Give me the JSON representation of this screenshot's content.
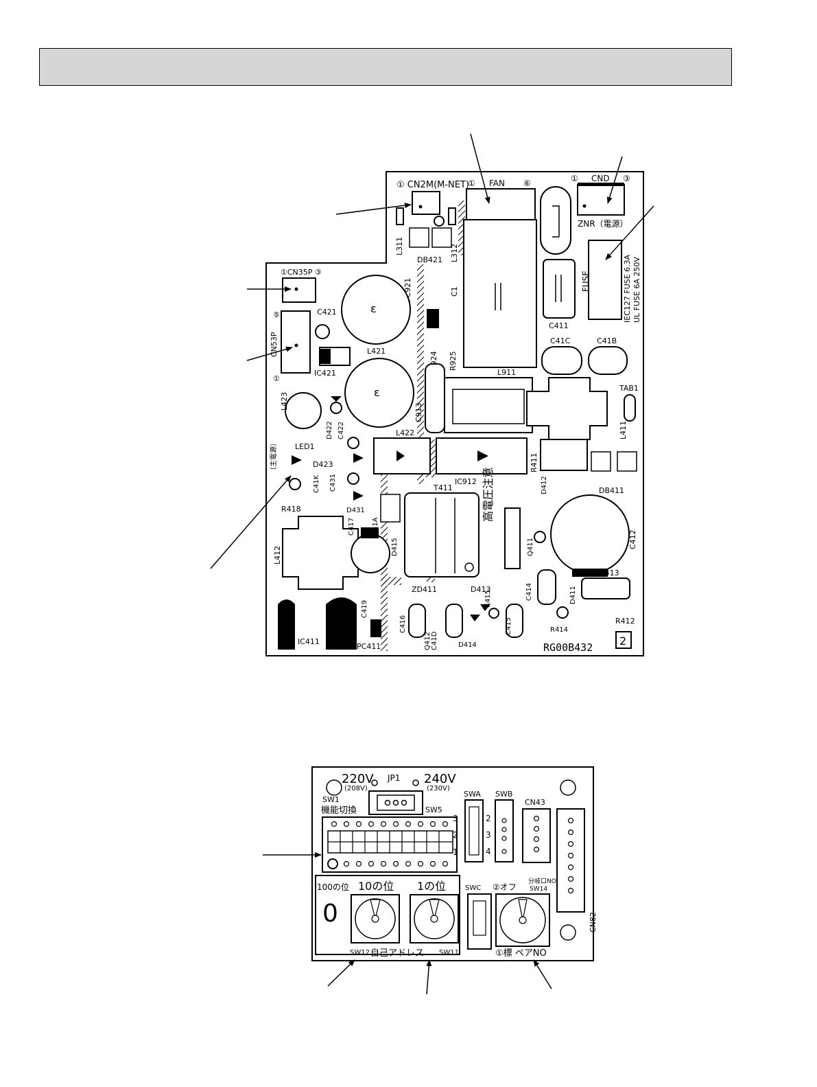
{
  "power_board": {
    "connectors": {
      "cn2m": "① CN2M(M-NET)",
      "fan": "FAN",
      "fan_pin1": "①",
      "fan_pin6": "⑥",
      "cnd": "CND",
      "cnd_pin1": "①",
      "cnd_pin3": "③",
      "cn35p": "①CN35P ③",
      "cn53p": "CN53P",
      "cn53p_pin5": "⑤",
      "cn53p_pin1": "①"
    },
    "labels": {
      "znr": "ZNR（電源）",
      "fuse": "FUSE",
      "fuse_rating1": "IEC127 FUSE 6.3A",
      "fuse_rating2": "UL FUSE 6A 250V",
      "l311": "L311",
      "l312": "L312",
      "db421": "DB421",
      "pc921": "PC921",
      "c1": "C1",
      "r924": "R924",
      "r925": "R925",
      "c421": "C421",
      "l421": "L421",
      "ic421": "IC421",
      "c411": "C411",
      "c41c": "C41C",
      "c41b": "C41B",
      "l911": "L911",
      "tab1": "TAB1",
      "c913": "C913",
      "l423": "L423",
      "d422": "D422",
      "c422": "C422",
      "l411": "L411",
      "led1": "LED1",
      "main_power": "（主電源）",
      "d423": "D423",
      "l422": "L422",
      "r411": "R411",
      "c431": "C431",
      "c41k": "C41K",
      "ic912": "IC912",
      "d412": "D412",
      "db411": "DB411",
      "t411": "T411",
      "d431": "D431",
      "c41a": "C41A",
      "r418": "R418",
      "c417": "C417",
      "high_voltage": "高電圧注意",
      "l412": "L412",
      "d415": "D415",
      "q411": "Q411",
      "c412": "C412",
      "c413": "C413",
      "d413": "D413",
      "c414": "C414",
      "d411": "D411",
      "zd411": "ZD411",
      "c419": "C419",
      "r415": "R415",
      "r412": "R412",
      "c416": "C416",
      "c41d": "C41D",
      "c415": "C415",
      "r414": "R414",
      "ic411": "IC411",
      "pc411": "PC411",
      "q412": "Q412",
      "d414": "D414",
      "board_no": "RG00B432",
      "rev": "2"
    }
  },
  "address_board": {
    "v220": "220V",
    "v208": "(208V)",
    "jp1": "JP1",
    "v240": "240V",
    "v230": "(230V)",
    "sw1": "SW1",
    "func_select": "機能切換",
    "sw5": "SW5",
    "swa": "SWA",
    "swb": "SWB",
    "cn43": "CN43",
    "swa_3": "3",
    "swa_2": "2",
    "swa_1": "1",
    "swb_2": "2",
    "swb_3": "3",
    "swb_4": "4",
    "hundreds": "100の位",
    "tens": "10の位",
    "ones": "1の位",
    "hundreds_value": "0",
    "swc": "SWC",
    "off_mark": "②オフ",
    "branch_no": "分岐口NO",
    "sw14": "SW14",
    "cn82": "CN82",
    "sw12": "SW12",
    "self_address": "自己アドレス",
    "sw11": "SW11",
    "pair_no": "①標 ペアNO"
  }
}
